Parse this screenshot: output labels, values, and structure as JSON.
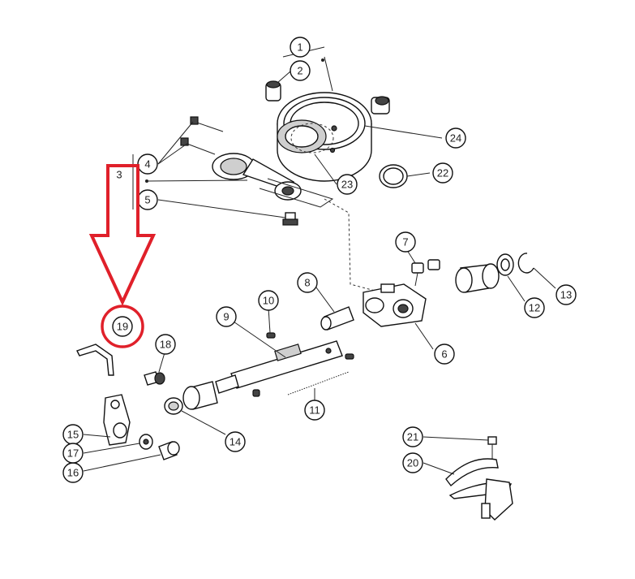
{
  "callouts": {
    "c1": "1",
    "c2": "2",
    "c3": "3",
    "c4": "4",
    "c5": "5",
    "c6": "6",
    "c7": "7",
    "c8": "8",
    "c9": "9",
    "c10": "10",
    "c11": "11",
    "c12": "12",
    "c13": "13",
    "c14": "14",
    "c15": "15",
    "c16": "16",
    "c17": "17",
    "c18": "18",
    "c19": "19",
    "c20": "20",
    "c21": "21",
    "c22": "22",
    "c23": "23",
    "c24": "24"
  },
  "highlight": {
    "part": "19",
    "color": "#e0202a"
  }
}
